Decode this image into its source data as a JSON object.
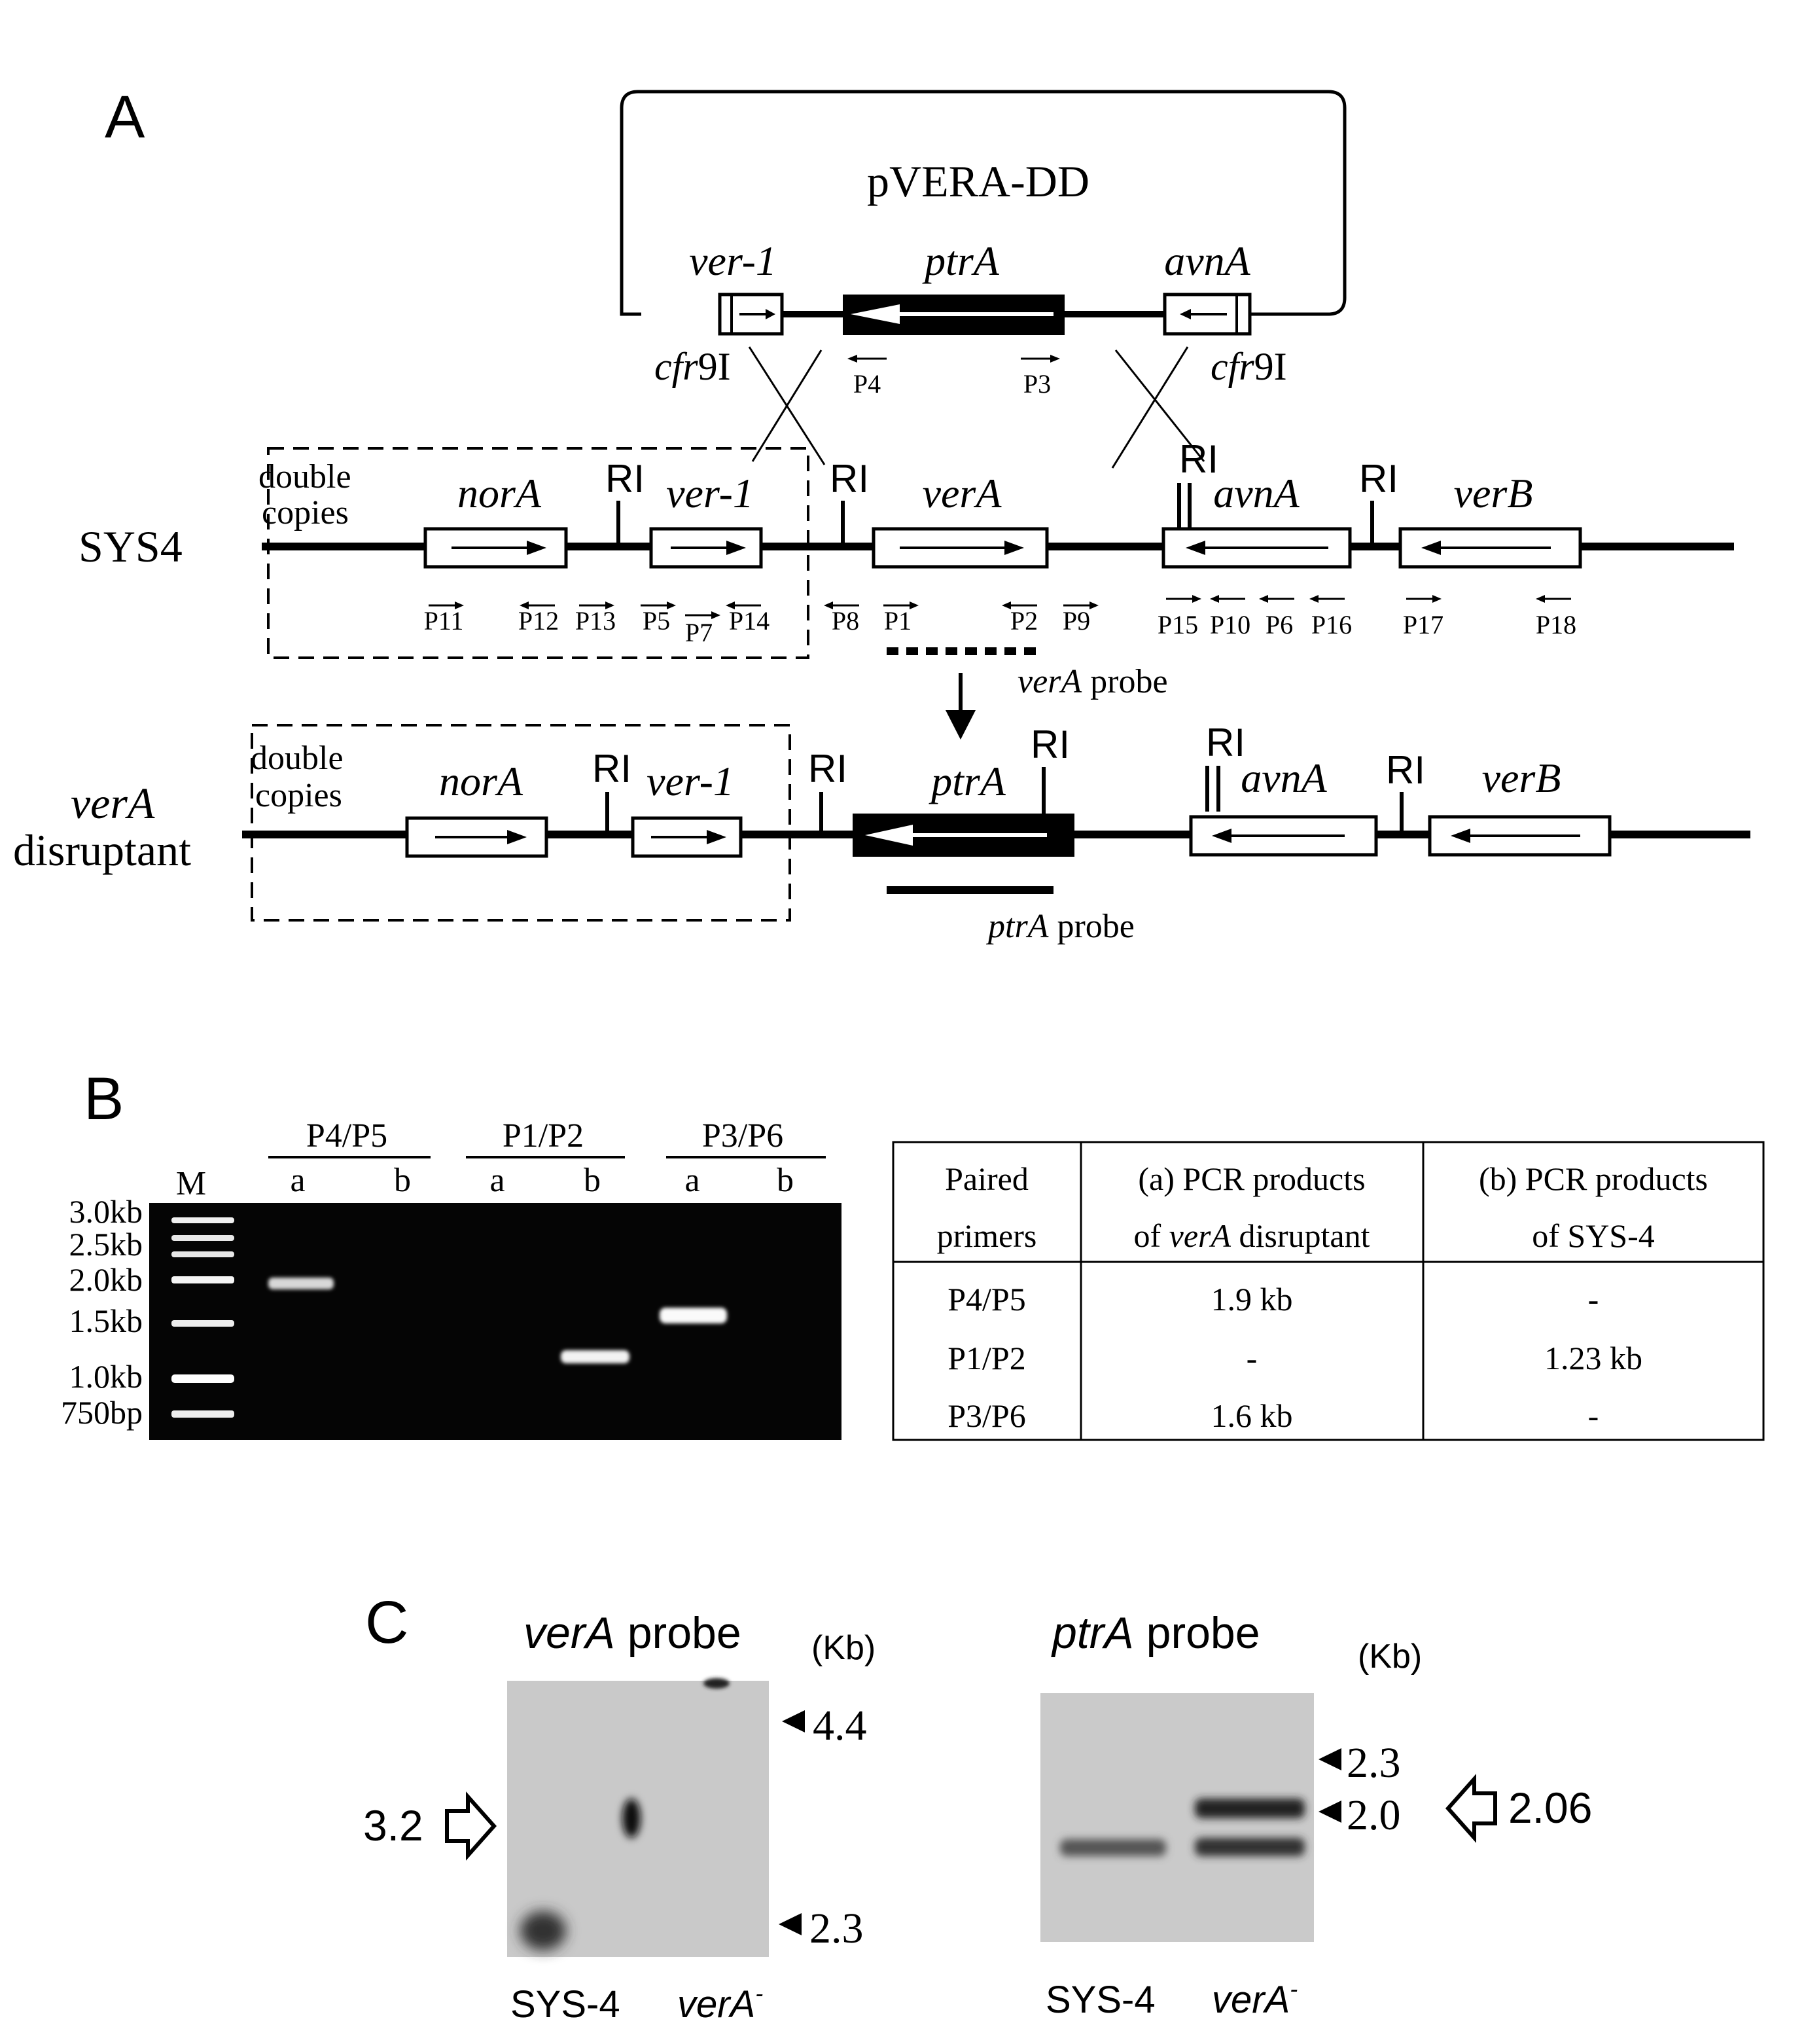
{
  "panelA": {
    "label": "A",
    "plasmid": {
      "name": "pVERA-DD",
      "genes": [
        "ver-1",
        "ptrA",
        "avnA"
      ],
      "sites": [
        "cfr9I",
        "cfr9I"
      ],
      "sitePrefix": "cfr",
      "siteSuffix": "9I",
      "primers": [
        "P4",
        "P3"
      ]
    },
    "sys4": {
      "strain": "SYS4",
      "doubleCopies": [
        "double",
        "copies"
      ],
      "genes": [
        "norA",
        "ver-1",
        "verA",
        "avnA",
        "verB"
      ],
      "siteLabel": "RI",
      "primers": [
        "P11",
        "P12",
        "P13",
        "P5",
        "P7",
        "P14",
        "P8",
        "P1",
        "P2",
        "P9",
        "P15",
        "P10",
        "P6",
        "P16",
        "P17",
        "P18"
      ],
      "probe": {
        "gene": "verA",
        "word": "probe"
      }
    },
    "disruptant": {
      "strainGene": "verA",
      "strainWord": "disruptant",
      "doubleCopies": [
        "double",
        "copies"
      ],
      "genes": [
        "norA",
        "ver-1",
        "ptrA",
        "avnA",
        "verB"
      ],
      "siteLabel": "RI",
      "probe": {
        "gene": "ptrA",
        "word": "probe"
      }
    }
  },
  "panelB": {
    "label": "B",
    "gel": {
      "markerLane": "M",
      "primerPairs": [
        "P4/P5",
        "P1/P2",
        "P3/P6"
      ],
      "lanes": [
        "a",
        "b",
        "a",
        "b",
        "a",
        "b"
      ],
      "ladder": [
        "3.0kb",
        "2.5kb",
        "2.0kb",
        "1.5kb",
        "1.0kb",
        "750bp"
      ]
    },
    "table": {
      "headers": [
        {
          "line1": "Paired",
          "line2": "primers"
        },
        {
          "line1": "(a) PCR products",
          "line2pre": "of ",
          "line2gene": "verA",
          "line2post": " disruptant"
        },
        {
          "line1": "(b) PCR products",
          "line2": "of SYS-4"
        }
      ],
      "rows": [
        [
          "P4/P5",
          "1.9 kb",
          "-"
        ],
        [
          "P1/P2",
          "-",
          "1.23 kb"
        ],
        [
          "P3/P6",
          "1.6 kb",
          "-"
        ]
      ]
    }
  },
  "panelC": {
    "label": "C",
    "blots": [
      {
        "probeGene": "verA",
        "probeWord": "probe",
        "unit": "(Kb)",
        "markers": [
          "4.4",
          "2.3"
        ],
        "size": "3.2",
        "lanes": {
          "first": "SYS-4",
          "secondGene": "verA",
          "secondSup": "-"
        }
      },
      {
        "probeGene": "ptrA",
        "probeWord": "probe",
        "unit": "(Kb)",
        "markers": [
          "2.3",
          "2.0"
        ],
        "size": "2.06",
        "lanes": {
          "first": "SYS-4",
          "secondGene": "verA",
          "secondSup": "-"
        }
      }
    ]
  }
}
